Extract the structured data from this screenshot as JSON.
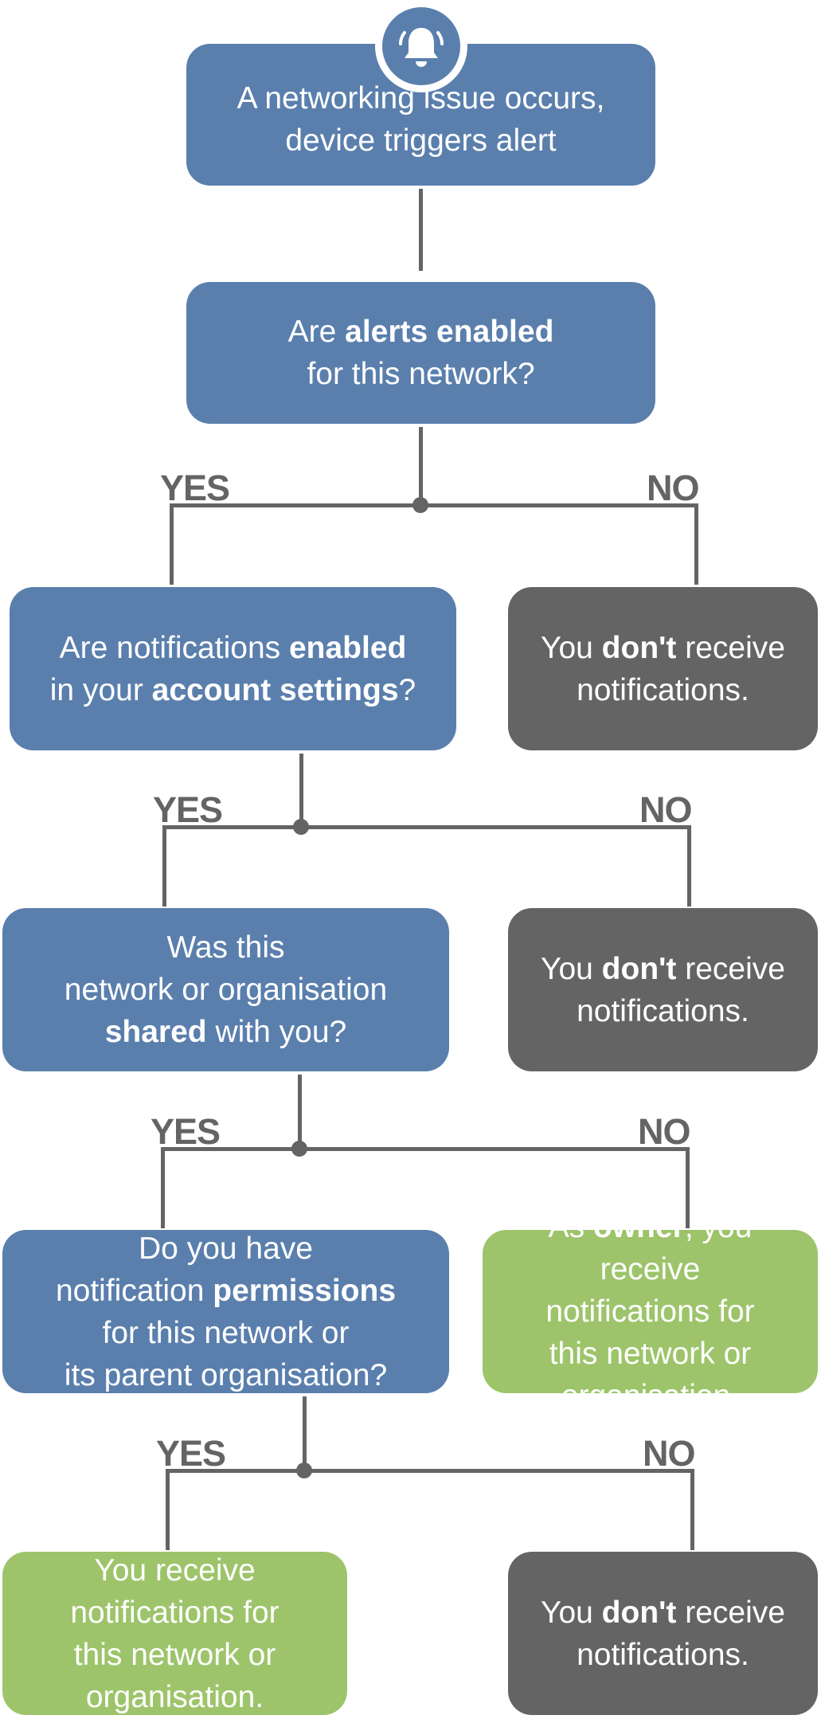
{
  "start": {
    "line1": "A networking issue occurs,",
    "line2": "device triggers alert"
  },
  "q1": {
    "pre": "Are ",
    "bold": "alerts enabled",
    "line2": "for this network?"
  },
  "q2": {
    "pre": "Are notifications ",
    "bold1": "enabled",
    "mid": "in your ",
    "bold2": "account settings",
    "post": "?"
  },
  "q3": {
    "line1": "Was this",
    "line2": "network or organisation",
    "bold": "shared",
    "post": " with you?"
  },
  "q4": {
    "line1": "Do you have",
    "pre2": "notification ",
    "bold": "permissions",
    "line3": "for this network or",
    "line4": "its parent organisation?"
  },
  "no_result": {
    "pre": "You ",
    "bold": "don't",
    "post": " receive",
    "line2": "notifications."
  },
  "owner_result": {
    "pre": "As ",
    "bold": "owner",
    "post": ", you receive",
    "line2": "notifications for",
    "line3": "this network or",
    "line4": "organisation."
  },
  "yes_result": {
    "line1": "You receive",
    "line2": "notifications for",
    "line3": "this network or",
    "line4": "organisation."
  },
  "labels": {
    "yes": "YES",
    "no": "NO"
  },
  "colors": {
    "question": "#5a7fad",
    "negative": "#646464",
    "positive": "#9dc46a",
    "connector": "#646464"
  },
  "icon": "bell-icon"
}
